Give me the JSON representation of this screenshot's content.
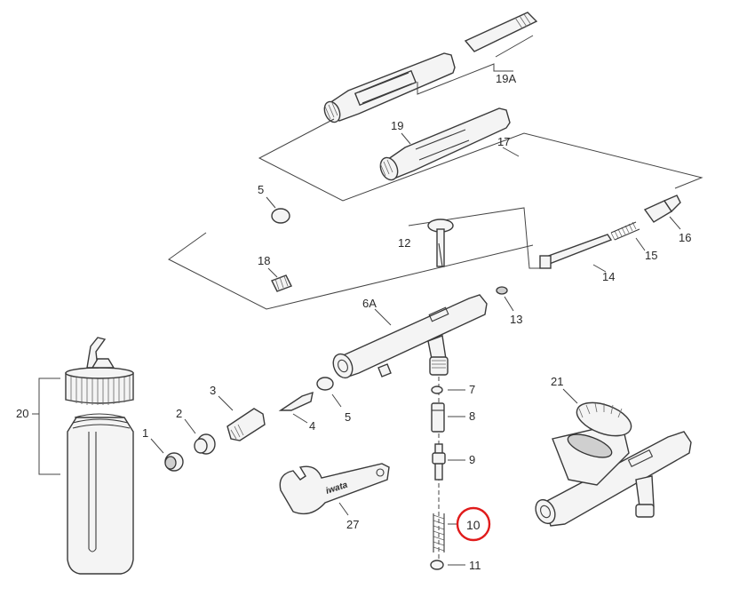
{
  "labels": {
    "p1": "1",
    "p2": "2",
    "p3": "3",
    "p4": "4",
    "p5a": "5",
    "p5b": "5",
    "p6a": "6A",
    "p7": "7",
    "p8": "8",
    "p9": "9",
    "p10": "10",
    "p11": "11",
    "p12": "12",
    "p13": "13",
    "p14": "14",
    "p15": "15",
    "p16": "16",
    "p17": "17",
    "p18": "18",
    "p19": "19",
    "p19a": "19A",
    "p20": "20",
    "p21": "21",
    "p27": "27"
  },
  "wrench_brand": "iwata",
  "highlight": {
    "part": "10",
    "color": "#e01b1b"
  }
}
